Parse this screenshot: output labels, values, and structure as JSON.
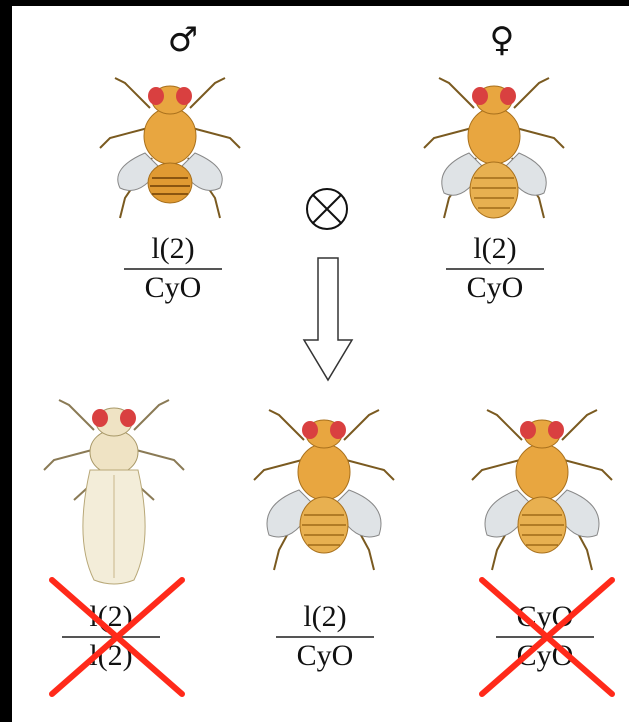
{
  "parents": {
    "male": {
      "symbol": "♂",
      "numerator": "l(2)",
      "denominator": "CyO"
    },
    "female": {
      "symbol": "♀",
      "numerator": "l(2)",
      "denominator": "CyO"
    },
    "cross_symbol": "⊗"
  },
  "offspring": [
    {
      "numerator": "l(2)",
      "denominator": "l(2)",
      "crossed_out": true,
      "phenotype": "dead-larval"
    },
    {
      "numerator": "l(2)",
      "denominator": "CyO",
      "crossed_out": false,
      "phenotype": "curly-wing"
    },
    {
      "numerator": "CyO",
      "denominator": "CyO",
      "crossed_out": true,
      "phenotype": "curly-wing"
    }
  ],
  "colors": {
    "fly_body": "#e8a640",
    "fly_eye": "#d94040",
    "wing": "#d9dde0",
    "cross_mark": "#ff2a1a"
  }
}
